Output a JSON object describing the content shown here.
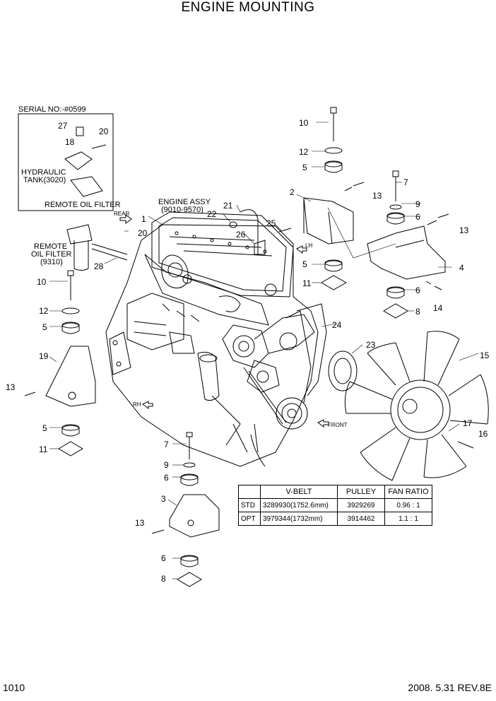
{
  "title": "ENGINE MOUNTING",
  "footer": {
    "page": "1010",
    "revision": "2008. 5.31 REV.8E"
  },
  "serial_box": {
    "label": "SERIAL NO:-#0599",
    "hydraulic_tank_l1": "HYDRAULIC",
    "hydraulic_tank_l2": "TANK(3020)",
    "remote_filter": "REMOTE OIL FILTER"
  },
  "labels": {
    "engine_assy_l1": "ENGINE ASSY",
    "engine_assy_l2": "(9010-9570)",
    "remote_l1": "REMOTE",
    "remote_l2": "OIL FILTER",
    "remote_l3": "(9310)",
    "rear": "REAR",
    "front": "FRONT",
    "rh": "RH",
    "lh": "LH"
  },
  "callouts": [
    "1",
    "2",
    "3",
    "4",
    "5",
    "6",
    "7",
    "8",
    "9",
    "10",
    "11",
    "12",
    "13",
    "14",
    "15",
    "16",
    "17",
    "18",
    "19",
    "20",
    "21",
    "22",
    "23",
    "24",
    "25",
    "26",
    "27",
    "28"
  ],
  "table": {
    "headers": [
      "",
      "V-BELT",
      "PULLEY",
      "FAN RATIO"
    ],
    "rows": [
      [
        "STD",
        "3289930(1752.6mm)",
        "3929269",
        "0.96 : 1"
      ],
      [
        "OPT",
        "3979344(1732mm)",
        "3914462",
        "1.1 : 1"
      ]
    ]
  }
}
